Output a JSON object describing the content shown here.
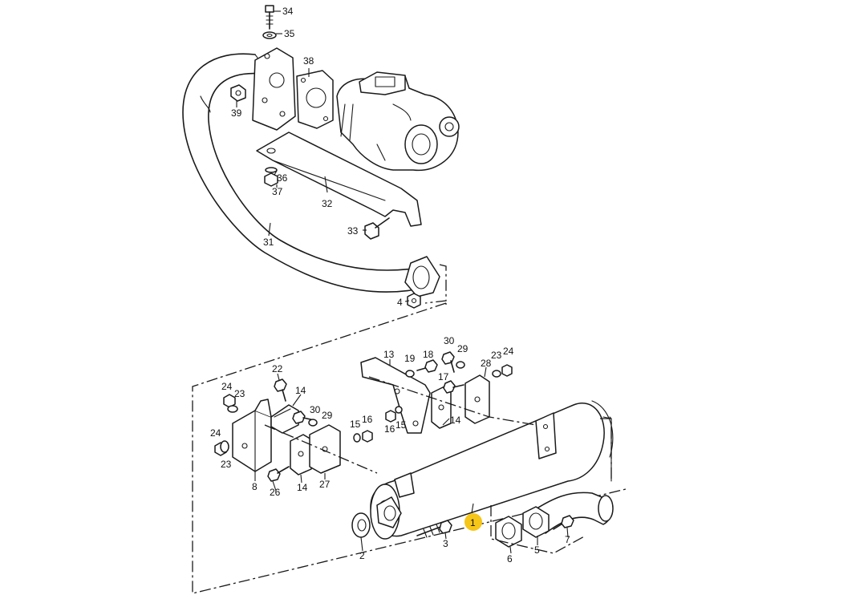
{
  "labels": {
    "l1": "1",
    "l2": "2",
    "l3": "3",
    "l4": "4",
    "l5": "5",
    "l6": "6",
    "l7": "7",
    "l8": "8",
    "l13": "13",
    "l14a": "14",
    "l14b": "14",
    "l14c": "14",
    "l15a": "15",
    "l15b": "15",
    "l16a": "16",
    "l16b": "16",
    "l17": "17",
    "l18": "18",
    "l19": "19",
    "l22": "22",
    "l23a": "23",
    "l23b": "23",
    "l23c": "23",
    "l24a": "24",
    "l24b": "24",
    "l24c": "24",
    "l26": "26",
    "l27": "27",
    "l28": "28",
    "l29a": "29",
    "l29b": "29",
    "l30a": "30",
    "l30b": "30",
    "l31": "31",
    "l32": "32",
    "l33": "33",
    "l34": "34",
    "l35": "35",
    "l36": "36",
    "l37": "37",
    "l38": "38",
    "l39": "39"
  },
  "highlight": {
    "part": "1",
    "color": "#f5c518"
  },
  "colors": {
    "line": "#1a1a1a",
    "background": "#ffffff"
  }
}
